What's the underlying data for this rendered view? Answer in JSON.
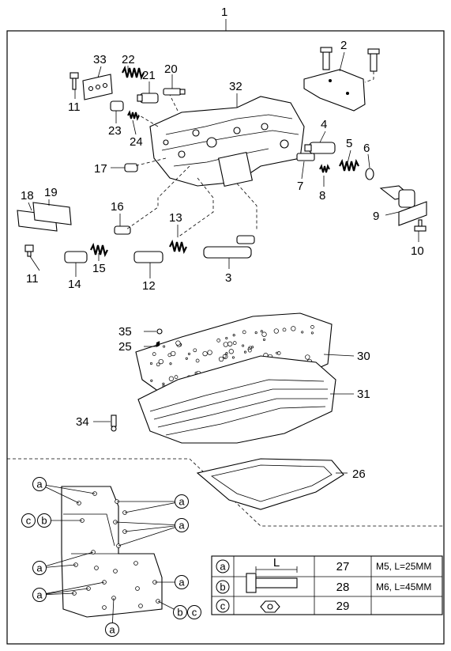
{
  "assembly_number": "1",
  "callouts": [
    {
      "id": "c2",
      "text": "2"
    },
    {
      "id": "c3",
      "text": "3"
    },
    {
      "id": "c4",
      "text": "4"
    },
    {
      "id": "c5",
      "text": "5"
    },
    {
      "id": "c6",
      "text": "6"
    },
    {
      "id": "c7",
      "text": "7"
    },
    {
      "id": "c8",
      "text": "8"
    },
    {
      "id": "c9",
      "text": "9"
    },
    {
      "id": "c10",
      "text": "10"
    },
    {
      "id": "c11a",
      "text": "11"
    },
    {
      "id": "c11b",
      "text": "11"
    },
    {
      "id": "c12",
      "text": "12"
    },
    {
      "id": "c13",
      "text": "13"
    },
    {
      "id": "c14",
      "text": "14"
    },
    {
      "id": "c15",
      "text": "15"
    },
    {
      "id": "c16",
      "text": "16"
    },
    {
      "id": "c17",
      "text": "17"
    },
    {
      "id": "c18",
      "text": "18"
    },
    {
      "id": "c19",
      "text": "19"
    },
    {
      "id": "c20",
      "text": "20"
    },
    {
      "id": "c21",
      "text": "21"
    },
    {
      "id": "c22",
      "text": "22"
    },
    {
      "id": "c23",
      "text": "23"
    },
    {
      "id": "c24",
      "text": "24"
    },
    {
      "id": "c25",
      "text": "25"
    },
    {
      "id": "c26",
      "text": "26"
    },
    {
      "id": "c30",
      "text": "30"
    },
    {
      "id": "c31",
      "text": "31"
    },
    {
      "id": "c32",
      "text": "32"
    },
    {
      "id": "c33",
      "text": "33"
    },
    {
      "id": "c34",
      "text": "34"
    },
    {
      "id": "c35",
      "text": "35"
    }
  ],
  "bolt_markers": {
    "a": "a",
    "b": "b",
    "c": "c"
  },
  "bolt_table": {
    "dimension_label": "L",
    "rows": [
      {
        "marker": "a",
        "part": "27",
        "spec": "M5, L=25MM"
      },
      {
        "marker": "b",
        "part": "28",
        "spec": "M6, L=45MM"
      },
      {
        "marker": "c",
        "part": "29",
        "spec": ""
      }
    ]
  }
}
